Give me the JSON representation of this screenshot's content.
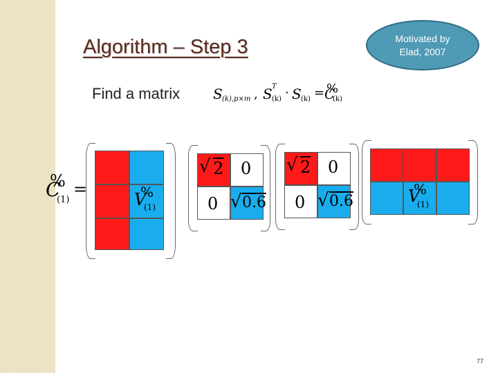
{
  "slide": {
    "title": "Algorithm – Step 3",
    "badge_line1": "Motivated by",
    "badge_line2": "Elad, 2007",
    "find_text": "Find a matrix",
    "page_number": "77"
  },
  "formula": {
    "s": "S",
    "sub1": "(k),p×m",
    "comma": ",",
    "s2": "S",
    "sup_t": "T",
    "sub2": "(k)",
    "dot": "·",
    "s3": "S",
    "sub3": "(k)",
    "eq": "=",
    "c": "C",
    "pct": "%",
    "sub4": "(k)"
  },
  "lhs": {
    "c": "C",
    "pct": "%",
    "sub": "(1)",
    "eq": "="
  },
  "v_label": {
    "v": "V",
    "pct": "%",
    "sub": "(1)"
  },
  "sigma": {
    "sqrt": "√",
    "a": "2",
    "b": "0.6",
    "zero": "0"
  },
  "colors": {
    "red": "#ff1a1a",
    "blue": "#19adee",
    "title": "#5b2a1d",
    "badge": "#4f9ab4"
  }
}
